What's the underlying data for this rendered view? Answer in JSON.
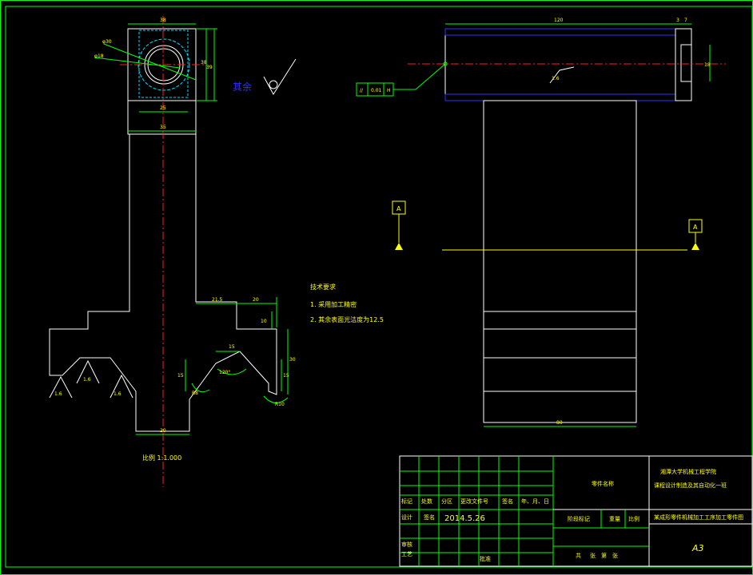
{
  "front_view": {
    "dims": {
      "top_width": "38",
      "outer_dia": "φ30",
      "inner_dia": "φ18",
      "right_h1": "39",
      "right_h2": "38",
      "bore_width": "25",
      "body_width": "35",
      "step_w1": "21.5",
      "step_w2": "20",
      "step_h": "10",
      "v_width": "15",
      "v_angle": "120°",
      "left_r": "R8",
      "left_h": "15",
      "right_h": "15",
      "right_side": "30",
      "right_r": "R10",
      "bottom_w": "20"
    },
    "roughness_values": [
      "1.6",
      "1.6",
      "1.6"
    ]
  },
  "surface_note": {
    "label": "其余"
  },
  "tech_requirements": {
    "title": "技术要求",
    "items": [
      "1. 采用加工精密",
      "2. 其余表面光洁度为12.5"
    ]
  },
  "scale_label": "比例 1:1.000",
  "side_view": {
    "dims": {
      "length": "120",
      "end_a": "3",
      "end_b": "7",
      "end_h": "18",
      "bottom_w": "80"
    },
    "roughness": "1.6",
    "tolerance": {
      "symbol": "//",
      "value": "0.01",
      "datum": "H"
    },
    "section_labels": [
      "A",
      "A"
    ]
  },
  "title_block": {
    "school": "湘潭大学机械工程学院",
    "project": "课程设计制造及其自动化一班",
    "part_name": "零件名称",
    "drawing_name": "某成形零件机械加工工序加工零件图",
    "sheet_size": "A3",
    "date": "2014.5.26",
    "row_labels": [
      "标记",
      "处数",
      "分区",
      "更改文件号",
      "签名",
      "年、月、日"
    ],
    "designer_labels": [
      "设计",
      "签名"
    ],
    "other_labels": [
      "审核",
      "工艺",
      "批准"
    ],
    "stage_labels": [
      "阶段标记",
      "重量",
      "比例"
    ],
    "sheet_labels": [
      "共",
      "张",
      "第",
      "张"
    ]
  }
}
